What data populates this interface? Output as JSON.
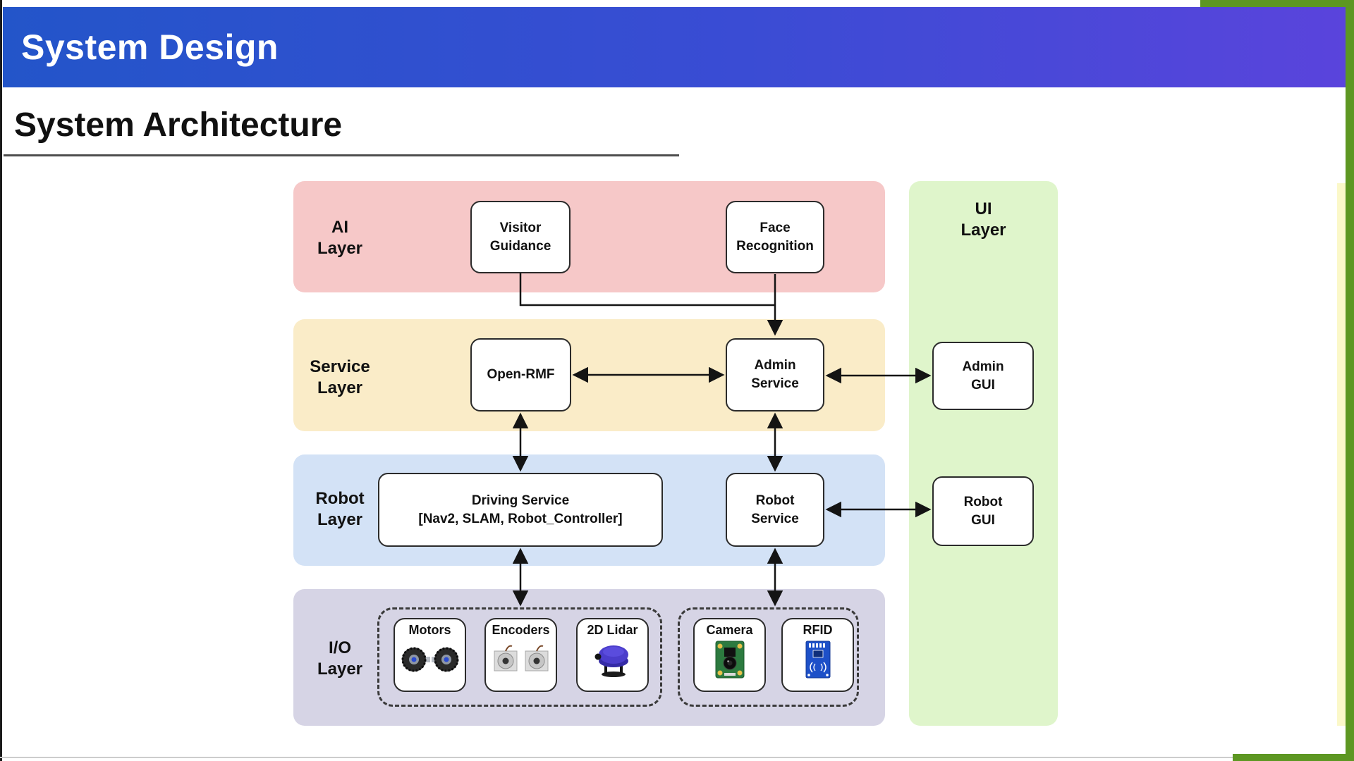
{
  "slide": {
    "title": "System Design",
    "heading": "System Architecture"
  },
  "layers": {
    "ai": {
      "label": "AI\nLayer",
      "color": "#f6c8c8"
    },
    "service": {
      "label": "Service\nLayer",
      "color": "#faecc8"
    },
    "robot": {
      "label": "Robot\nLayer",
      "color": "#d3e2f6"
    },
    "io": {
      "label": "I/O\nLayer",
      "color": "#d6d4e5"
    },
    "ui": {
      "label": "UI\nLayer",
      "color": "#dff5cb"
    }
  },
  "nodes": {
    "visitor_guidance": "Visitor\nGuidance",
    "face_recognition": "Face\nRecognition",
    "open_rmf": "Open-RMF",
    "admin_service": "Admin\nService",
    "admin_gui": "Admin\nGUI",
    "driving_service": "Driving Service\n[Nav2, SLAM, Robot_Controller]",
    "robot_service": "Robot\nService",
    "robot_gui": "Robot\nGUI"
  },
  "io_items": [
    {
      "label": "Motors",
      "image": "motors-photo"
    },
    {
      "label": "Encoders",
      "image": "encoders-photo"
    },
    {
      "label": "2D Lidar",
      "image": "lidar-photo"
    },
    {
      "label": "Camera",
      "image": "camera-photo"
    },
    {
      "label": "RFID",
      "image": "rfid-photo"
    }
  ],
  "colors": {
    "header_gradient_left": "#2355c9",
    "header_gradient_right": "#5a44dc",
    "accent_green": "#5d9722",
    "connector": "#141414"
  }
}
